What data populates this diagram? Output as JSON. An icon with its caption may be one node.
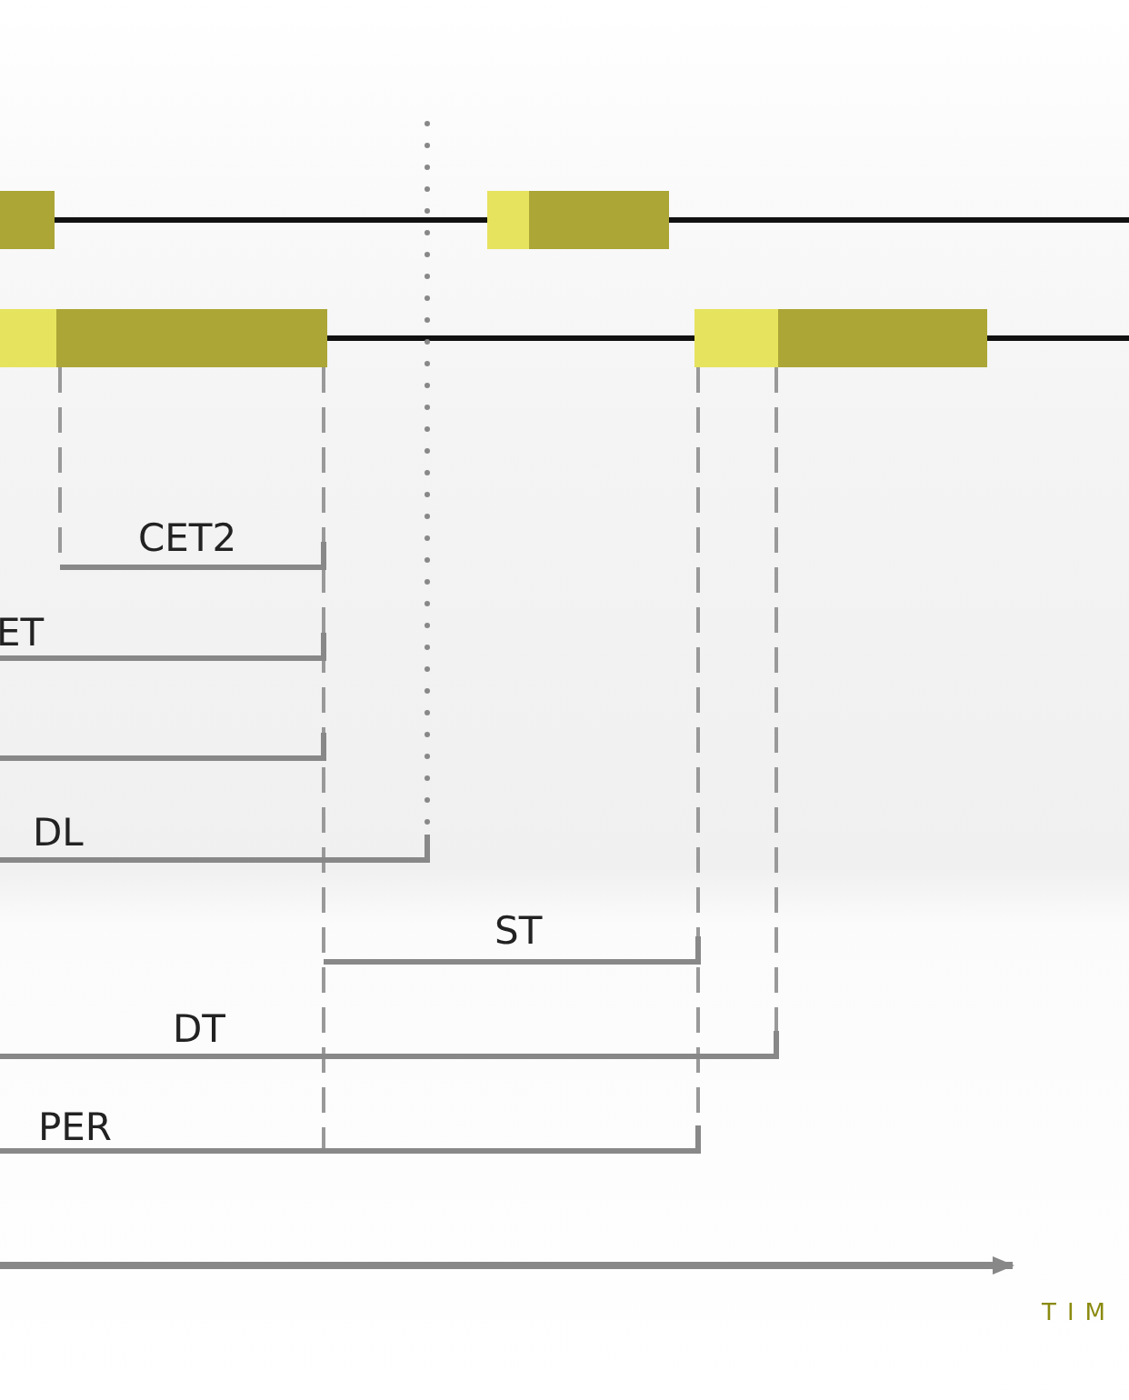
{
  "diagram": {
    "labels": [
      "CET2",
      "ET",
      "DL",
      "ST",
      "DT",
      "PER",
      "TIM"
    ]
  }
}
